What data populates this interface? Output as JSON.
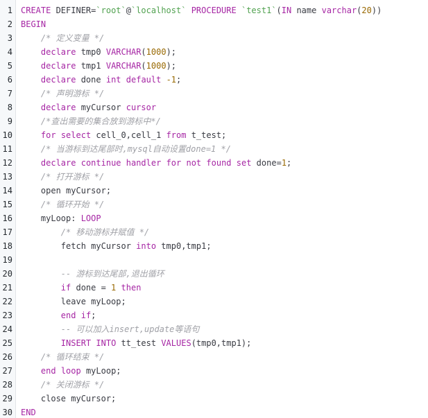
{
  "colors": {
    "keyword": "#a626a4",
    "string": "#50a14f",
    "number": "#986801",
    "comment": "#a0a1a7",
    "plain": "#383a42",
    "gutter_bg": "#f6f8fa"
  },
  "code_lines": [
    {
      "number": "1",
      "tokens": [
        {
          "t": "kw",
          "v": "CREATE"
        },
        {
          "t": "plain",
          "v": " DEFINER="
        },
        {
          "t": "str",
          "v": "`root`"
        },
        {
          "t": "plain",
          "v": "@"
        },
        {
          "t": "str",
          "v": "`localhost`"
        },
        {
          "t": "plain",
          "v": " "
        },
        {
          "t": "kw",
          "v": "PROCEDURE"
        },
        {
          "t": "plain",
          "v": " "
        },
        {
          "t": "str",
          "v": "`test1`"
        },
        {
          "t": "plain",
          "v": "("
        },
        {
          "t": "kw",
          "v": "IN"
        },
        {
          "t": "plain",
          "v": " name "
        },
        {
          "t": "kw",
          "v": "varchar"
        },
        {
          "t": "plain",
          "v": "("
        },
        {
          "t": "num",
          "v": "20"
        },
        {
          "t": "plain",
          "v": "))"
        }
      ]
    },
    {
      "number": "2",
      "tokens": [
        {
          "t": "kw",
          "v": "BEGIN"
        }
      ]
    },
    {
      "number": "3",
      "tokens": [
        {
          "t": "plain",
          "v": "    "
        },
        {
          "t": "cmt",
          "v": "/* 定义变量 */"
        }
      ]
    },
    {
      "number": "4",
      "tokens": [
        {
          "t": "plain",
          "v": "    "
        },
        {
          "t": "kw",
          "v": "declare"
        },
        {
          "t": "plain",
          "v": " tmp0 "
        },
        {
          "t": "kw",
          "v": "VARCHAR"
        },
        {
          "t": "plain",
          "v": "("
        },
        {
          "t": "num",
          "v": "1000"
        },
        {
          "t": "plain",
          "v": ");"
        }
      ]
    },
    {
      "number": "5",
      "tokens": [
        {
          "t": "plain",
          "v": "    "
        },
        {
          "t": "kw",
          "v": "declare"
        },
        {
          "t": "plain",
          "v": " tmp1 "
        },
        {
          "t": "kw",
          "v": "VARCHAR"
        },
        {
          "t": "plain",
          "v": "("
        },
        {
          "t": "num",
          "v": "1000"
        },
        {
          "t": "plain",
          "v": ");"
        }
      ]
    },
    {
      "number": "6",
      "tokens": [
        {
          "t": "plain",
          "v": "    "
        },
        {
          "t": "kw",
          "v": "declare"
        },
        {
          "t": "plain",
          "v": " done "
        },
        {
          "t": "kw",
          "v": "int"
        },
        {
          "t": "plain",
          "v": " "
        },
        {
          "t": "kw",
          "v": "default"
        },
        {
          "t": "plain",
          "v": " "
        },
        {
          "t": "num",
          "v": "-1"
        },
        {
          "t": "plain",
          "v": ";"
        }
      ]
    },
    {
      "number": "7",
      "tokens": [
        {
          "t": "plain",
          "v": "    "
        },
        {
          "t": "cmt",
          "v": "/* 声明游标 */"
        }
      ]
    },
    {
      "number": "8",
      "tokens": [
        {
          "t": "plain",
          "v": "    "
        },
        {
          "t": "kw",
          "v": "declare"
        },
        {
          "t": "plain",
          "v": " myCursor "
        },
        {
          "t": "kw",
          "v": "cursor"
        }
      ]
    },
    {
      "number": "9",
      "tokens": [
        {
          "t": "plain",
          "v": "    "
        },
        {
          "t": "cmt",
          "v": "/*查出需要的集合放到游标中*/"
        }
      ]
    },
    {
      "number": "10",
      "tokens": [
        {
          "t": "plain",
          "v": "    "
        },
        {
          "t": "kw",
          "v": "for"
        },
        {
          "t": "plain",
          "v": " "
        },
        {
          "t": "kw",
          "v": "select"
        },
        {
          "t": "plain",
          "v": " cell_0,cell_1 "
        },
        {
          "t": "kw",
          "v": "from"
        },
        {
          "t": "plain",
          "v": " t_test;"
        }
      ]
    },
    {
      "number": "11",
      "tokens": [
        {
          "t": "plain",
          "v": "    "
        },
        {
          "t": "cmt",
          "v": "/* 当游标到达尾部时,mysql自动设置done=1 */"
        }
      ]
    },
    {
      "number": "12",
      "tokens": [
        {
          "t": "plain",
          "v": "    "
        },
        {
          "t": "kw",
          "v": "declare"
        },
        {
          "t": "plain",
          "v": " "
        },
        {
          "t": "kw",
          "v": "continue"
        },
        {
          "t": "plain",
          "v": " "
        },
        {
          "t": "kw",
          "v": "handler"
        },
        {
          "t": "plain",
          "v": " "
        },
        {
          "t": "kw",
          "v": "for"
        },
        {
          "t": "plain",
          "v": " "
        },
        {
          "t": "kw",
          "v": "not"
        },
        {
          "t": "plain",
          "v": " "
        },
        {
          "t": "kw",
          "v": "found"
        },
        {
          "t": "plain",
          "v": " "
        },
        {
          "t": "kw",
          "v": "set"
        },
        {
          "t": "plain",
          "v": " done="
        },
        {
          "t": "num",
          "v": "1"
        },
        {
          "t": "plain",
          "v": ";"
        }
      ]
    },
    {
      "number": "13",
      "tokens": [
        {
          "t": "plain",
          "v": "    "
        },
        {
          "t": "cmt",
          "v": "/* 打开游标 */"
        }
      ]
    },
    {
      "number": "14",
      "tokens": [
        {
          "t": "plain",
          "v": "    open myCursor;"
        }
      ]
    },
    {
      "number": "15",
      "tokens": [
        {
          "t": "plain",
          "v": "    "
        },
        {
          "t": "cmt",
          "v": "/* 循环开始 */"
        }
      ]
    },
    {
      "number": "16",
      "tokens": [
        {
          "t": "plain",
          "v": "    myLoop: "
        },
        {
          "t": "kw",
          "v": "LOOP"
        }
      ]
    },
    {
      "number": "17",
      "tokens": [
        {
          "t": "plain",
          "v": "        "
        },
        {
          "t": "cmt",
          "v": "/* 移动游标并赋值 */"
        }
      ]
    },
    {
      "number": "18",
      "tokens": [
        {
          "t": "plain",
          "v": "        fetch myCursor "
        },
        {
          "t": "kw",
          "v": "into"
        },
        {
          "t": "plain",
          "v": " tmp0,tmp1;"
        }
      ]
    },
    {
      "number": "19",
      "tokens": [
        {
          "t": "plain",
          "v": ""
        }
      ]
    },
    {
      "number": "20",
      "tokens": [
        {
          "t": "plain",
          "v": "        "
        },
        {
          "t": "cmt",
          "v": "-- 游标到达尾部,退出循环"
        }
      ]
    },
    {
      "number": "21",
      "tokens": [
        {
          "t": "plain",
          "v": "        "
        },
        {
          "t": "kw",
          "v": "if"
        },
        {
          "t": "plain",
          "v": " done = "
        },
        {
          "t": "num",
          "v": "1"
        },
        {
          "t": "plain",
          "v": " "
        },
        {
          "t": "kw",
          "v": "then"
        }
      ]
    },
    {
      "number": "22",
      "tokens": [
        {
          "t": "plain",
          "v": "        leave myLoop;"
        }
      ]
    },
    {
      "number": "23",
      "tokens": [
        {
          "t": "plain",
          "v": "        "
        },
        {
          "t": "kw",
          "v": "end"
        },
        {
          "t": "plain",
          "v": " "
        },
        {
          "t": "kw",
          "v": "if"
        },
        {
          "t": "plain",
          "v": ";"
        }
      ]
    },
    {
      "number": "24",
      "tokens": [
        {
          "t": "plain",
          "v": "        "
        },
        {
          "t": "cmt",
          "v": "-- 可以加入insert,update等语句"
        }
      ]
    },
    {
      "number": "25",
      "tokens": [
        {
          "t": "plain",
          "v": "        "
        },
        {
          "t": "kw",
          "v": "INSERT"
        },
        {
          "t": "plain",
          "v": " "
        },
        {
          "t": "kw",
          "v": "INTO"
        },
        {
          "t": "plain",
          "v": " tt_test "
        },
        {
          "t": "kw",
          "v": "VALUES"
        },
        {
          "t": "plain",
          "v": "(tmp0,tmp1);"
        }
      ]
    },
    {
      "number": "26",
      "tokens": [
        {
          "t": "plain",
          "v": "    "
        },
        {
          "t": "cmt",
          "v": "/* 循环结束 */"
        }
      ]
    },
    {
      "number": "27",
      "tokens": [
        {
          "t": "plain",
          "v": "    "
        },
        {
          "t": "kw",
          "v": "end"
        },
        {
          "t": "plain",
          "v": " "
        },
        {
          "t": "kw",
          "v": "loop"
        },
        {
          "t": "plain",
          "v": " myLoop;"
        }
      ]
    },
    {
      "number": "28",
      "tokens": [
        {
          "t": "plain",
          "v": "    "
        },
        {
          "t": "cmt",
          "v": "/* 关闭游标 */"
        }
      ]
    },
    {
      "number": "29",
      "tokens": [
        {
          "t": "plain",
          "v": "    close myCursor;"
        }
      ]
    },
    {
      "number": "30",
      "tokens": [
        {
          "t": "kw",
          "v": "END"
        }
      ]
    }
  ]
}
